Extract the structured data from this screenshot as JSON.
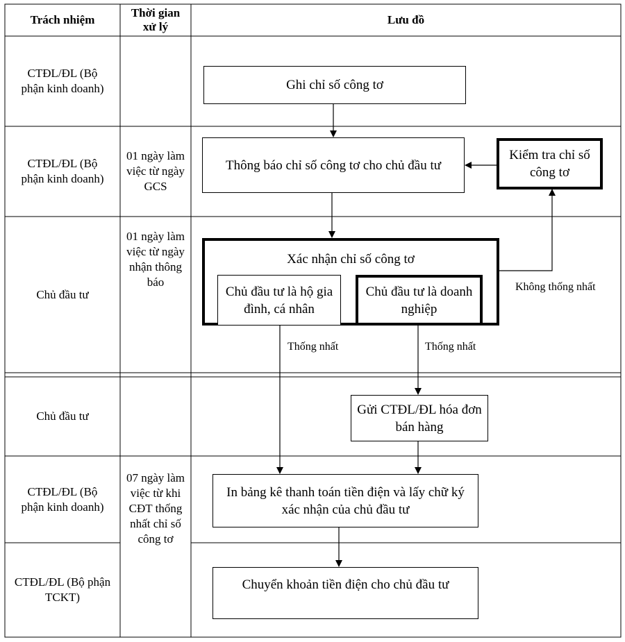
{
  "header": {
    "col1": "Trách nhiệm",
    "col2": "Thời gian xử lý",
    "col3": "Lưu đồ"
  },
  "rows": [
    {
      "responsible": "CTĐL/ĐL (Bộ phận kinh doanh)",
      "time": ""
    },
    {
      "responsible": "CTĐL/ĐL (Bộ phận kinh doanh)",
      "time": "01 ngày làm việc từ ngày GCS"
    },
    {
      "responsible": "Chủ đầu tư",
      "time": "01 ngày làm việc từ ngày nhận thông báo"
    },
    {
      "responsible": "Chủ đầu tư",
      "time": ""
    },
    {
      "responsible": "CTĐL/ĐL (Bộ phận kinh doanh)",
      "time": "07 ngày làm việc từ khi CĐT thống nhất chỉ số công tơ"
    },
    {
      "responsible": "CTĐL/ĐL (Bộ phận TCKT)",
      "time": ""
    }
  ],
  "flow": {
    "record_meter": "Ghi chỉ số công tơ",
    "notify_investor": "Thông báo chỉ số công tơ cho chủ đầu tư",
    "check_meter": "Kiểm tra chỉ số công tơ",
    "confirm_meter": "Xác nhận chỉ số công tơ",
    "investor_household": "Chủ đầu tư là hộ gia đình, cá nhân",
    "investor_enterprise": "Chủ đầu tư là doanh nghiệp",
    "send_invoice": "Gửi CTĐL/ĐL hóa đơn bán hàng",
    "print_statement": "In bảng kê thanh toán tiền điện và lấy chữ ký xác nhận của chủ đầu tư",
    "transfer_payment": "Chuyển khoản tiền điện cho chủ đầu tư"
  },
  "edge_labels": {
    "disagree": "Không thống nhất",
    "agree_left": "Thống nhất",
    "agree_right": "Thống nhất"
  }
}
